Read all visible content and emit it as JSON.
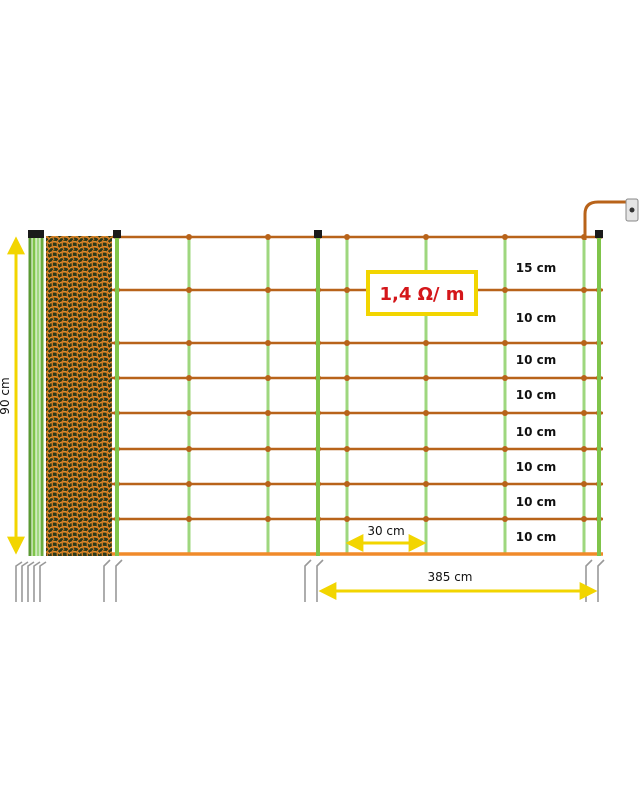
{
  "diagram": {
    "height_label": "90 cm",
    "resistance_label": "1,4 Ω/ m",
    "post_spacing_label": "385 cm",
    "mesh_spacing_label": "30 cm",
    "wire_spacings": [
      "15 cm",
      "10 cm",
      "10 cm",
      "10 cm",
      "10 cm",
      "10 cm",
      "10 cm",
      "10 cm"
    ],
    "colors": {
      "wire": "#b8631a",
      "bottom_wire": "#f08a2a",
      "vertical_strut": "#9ed77e",
      "post": "#7fc44a",
      "dimension_arrow": "#f2d500",
      "resistance_text": "#d4161a",
      "roll_mesh": "#e08a2a"
    }
  }
}
